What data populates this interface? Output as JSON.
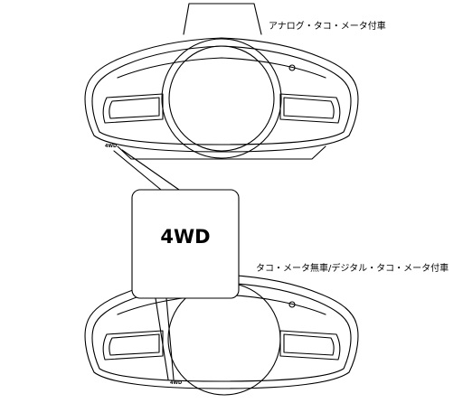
{
  "labels": {
    "analog_tacho": "アナログ・タコ・メータ付車",
    "no_tacho_digital": "タコ・メータ無車/デジタル・タコ・メータ付車",
    "indicator_small": "4WD",
    "indicator_callout": "4WD"
  }
}
